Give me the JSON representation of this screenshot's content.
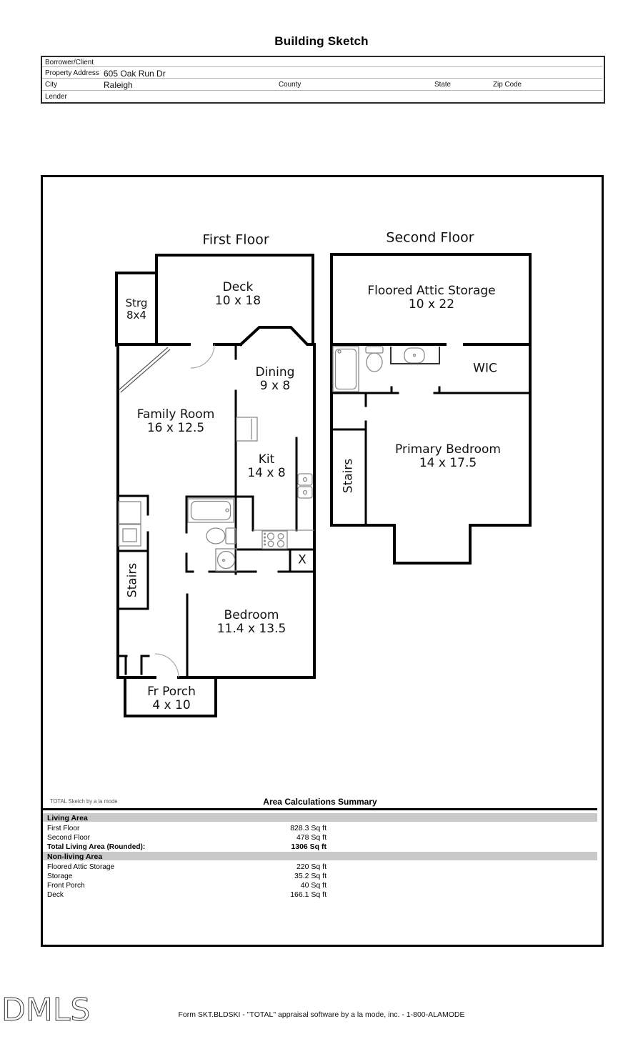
{
  "title": "Building Sketch",
  "header": {
    "borrower_label": "Borrower/Client",
    "property_address_label": "Property Address",
    "property_address": "605 Oak Run Dr",
    "city_label": "City",
    "city": "Raleigh",
    "county_label": "County",
    "state_label": "State",
    "zip_label": "Zip Code",
    "lender_label": "Lender"
  },
  "first_floor": {
    "title": "First Floor",
    "deck": {
      "name": "Deck",
      "dims": "10 x 18"
    },
    "storage": {
      "name": "Strg",
      "dims": "8x4"
    },
    "dining": {
      "name": "Dining",
      "dims": "9 x 8"
    },
    "family_room": {
      "name": "Family Room",
      "dims": "16 x 12.5"
    },
    "kitchen": {
      "name": "Kit",
      "dims": "14 x 8"
    },
    "bedroom": {
      "name": "Bedroom",
      "dims": "11.4 x 13.5"
    },
    "stairs_label": "Stairs",
    "front_porch": {
      "name": "Fr Porch",
      "dims": "4 x 10"
    },
    "x_mark": "X"
  },
  "second_floor": {
    "title": "Second Floor",
    "attic": {
      "name": "Floored Attic Storage",
      "dims": "10 x 22"
    },
    "wic_label": "WIC",
    "primary_bedroom": {
      "name": "Primary Bedroom",
      "dims": "14 x 17.5"
    },
    "stairs_label": "Stairs"
  },
  "summary": {
    "credit": "TOTAL Sketch by a la mode",
    "title": "Area Calculations Summary",
    "living_header": "Living Area",
    "living_rows": [
      {
        "label": "First Floor",
        "value": "828.3 Sq ft"
      },
      {
        "label": "Second Floor",
        "value": "478 Sq ft"
      }
    ],
    "total_label": "Total Living Area (Rounded):",
    "total_value": "1306 Sq ft",
    "nonliving_header": "Non-living Area",
    "nonliving_rows": [
      {
        "label": "Floored Attic Storage",
        "value": "220 Sq ft"
      },
      {
        "label": "Storage",
        "value": "35.2 Sq ft"
      },
      {
        "label": "Front Porch",
        "value": "40 Sq ft"
      },
      {
        "label": "Deck",
        "value": "166.1 Sq ft"
      }
    ]
  },
  "footer": {
    "logo": "DMLS",
    "form_line": "Form SKT.BLDSKI - \"TOTAL\" appraisal software by a la mode, inc. - 1-800-ALAMODE"
  }
}
